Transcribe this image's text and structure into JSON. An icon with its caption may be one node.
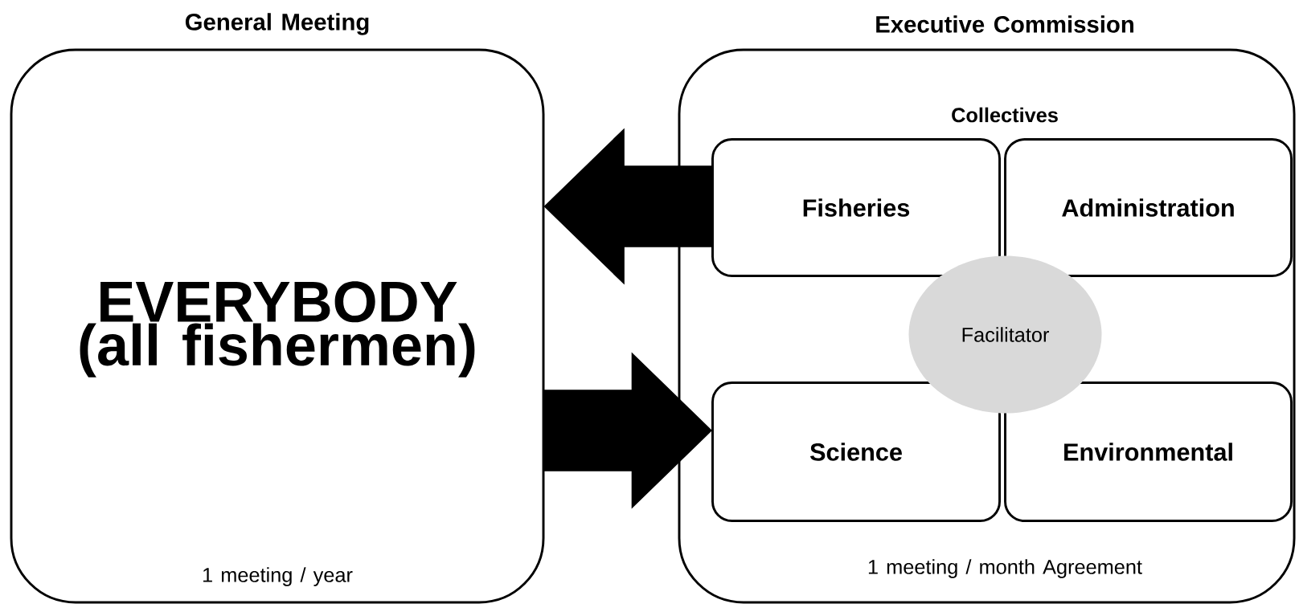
{
  "diagram": {
    "nodes": [
      {
        "text": [
          "General Meeting",
          "EVERYBODY (all fishermen)",
          "1 meeting / year"
        ]
      },
      {
        "text": [
          "Executive Commission",
          "Collectives",
          "1 meeting / month Agreement"
        ]
      },
      {
        "text": [
          "Fisheries"
        ],
        "in": 1
      },
      {
        "text": [
          "Administration"
        ],
        "in": 1
      },
      {
        "text": [
          "Science"
        ],
        "in": 1
      },
      {
        "text": [
          "Environmental"
        ],
        "in": 1
      },
      {
        "text": [
          "Facilitator"
        ],
        "in": 1
      }
    ],
    "edges": [
      {
        "from": 2,
        "to": 0,
        "arrow": "to",
        "style": "thick"
      },
      {
        "from": 0,
        "to": 4,
        "arrow": "to",
        "style": "thick"
      }
    ]
  }
}
